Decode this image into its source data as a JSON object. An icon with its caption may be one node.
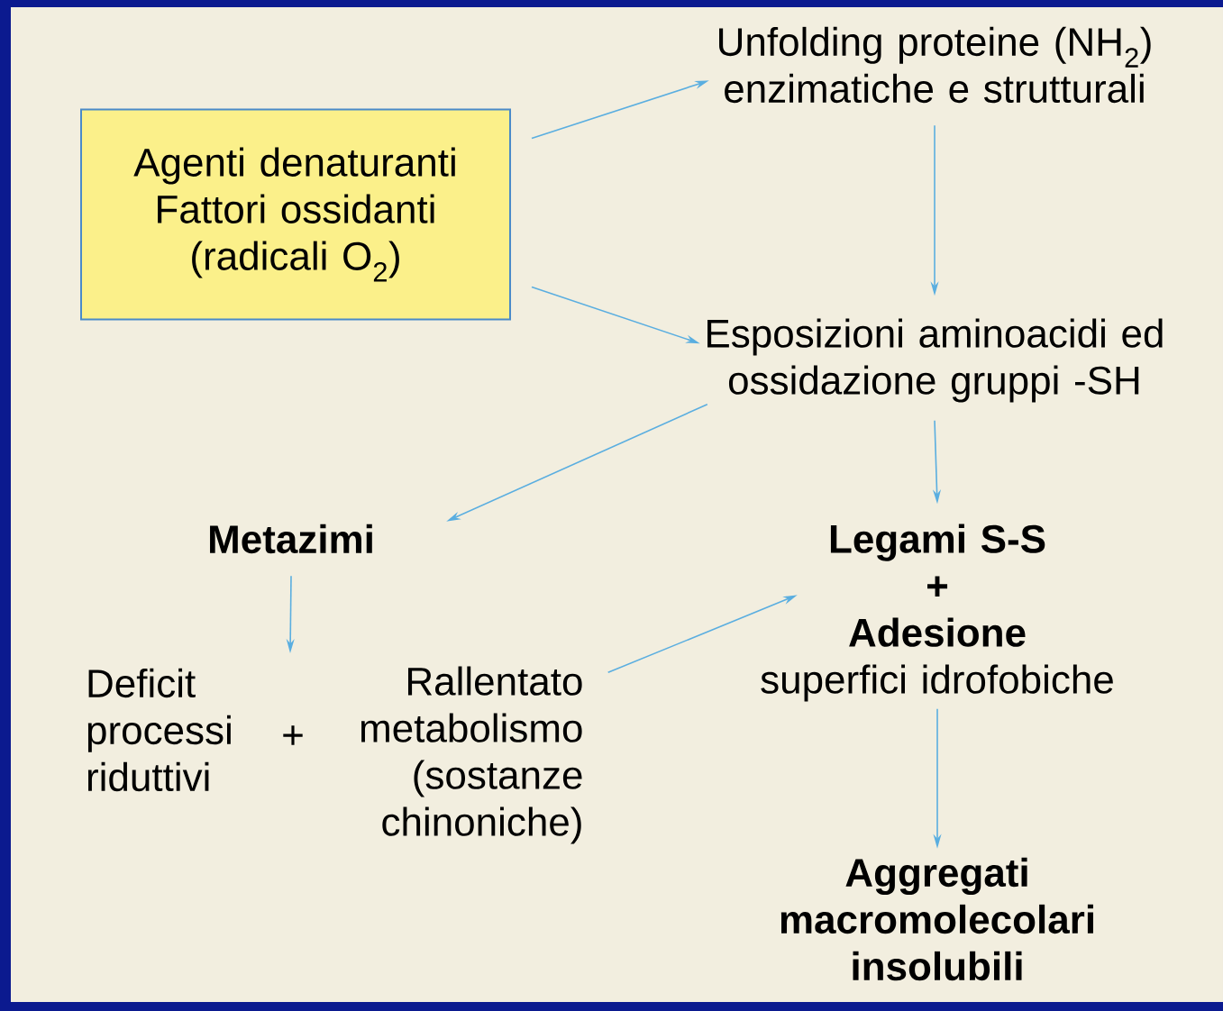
{
  "diagram": {
    "nodes": [
      {
        "text": [
          "Agenti denaturanti Fattori ossidanti (radicali O$_{2}$)"
        ]
      },
      {
        "text": [
          "Unfolding proteine (NH$_{2}$) enzimatiche e strutturali"
        ]
      },
      {
        "text": [
          "Esposizioni aminoacidi ed ossidazione gruppi -SH"
        ]
      },
      {
        "text": [
          "Metazimi"
        ]
      },
      {
        "text": [
          "Deficit processi riduttivi"
        ]
      },
      {
        "text": [
          "Rallentato metabolismo (sostanze chinoniche)"
        ]
      },
      {
        "text": [
          "Legami S-S",
          "+",
          "Adesione",
          "superfici idrofobiche"
        ]
      },
      {
        "text": [
          "Aggregati macromolecolari insolubili"
        ]
      }
    ],
    "edges": [
      {
        "from": 0,
        "to": 1,
        "arrow": "to"
      },
      {
        "from": 0,
        "to": 2,
        "arrow": "to"
      },
      {
        "from": 1,
        "to": 2,
        "arrow": "to"
      },
      {
        "from": 2,
        "to": 3,
        "arrow": "to"
      },
      {
        "from": 2,
        "to": 6,
        "arrow": "to"
      },
      {
        "from": 3,
        "to": null,
        "arrow": "to"
      },
      {
        "from": 5,
        "to": 6,
        "arrow": "to"
      },
      {
        "from": 6,
        "to": 7,
        "arrow": "to"
      }
    ],
    "labels": [
      "+"
    ]
  }
}
